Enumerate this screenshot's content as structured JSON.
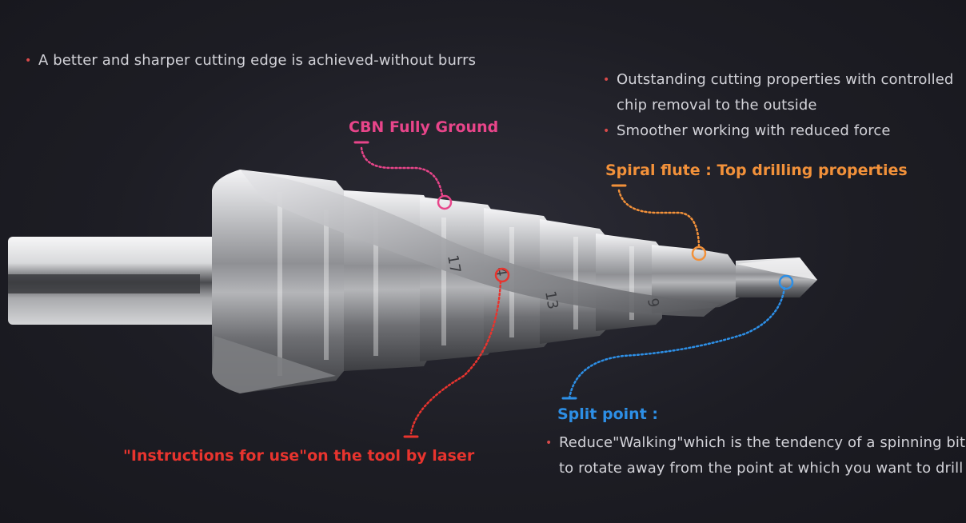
{
  "callouts": {
    "cbn": {
      "title": "CBN Fully Ground",
      "color": "#e8458a"
    },
    "spiral": {
      "title": "Spiral flute : Top drilling properties",
      "color": "#f2913a"
    },
    "split": {
      "title": "Split point :",
      "color": "#2d8fe6"
    },
    "laser": {
      "title": "\"Instructions for use\"on the tool by laser",
      "color": "#e8342e"
    }
  },
  "bullets": {
    "left_top": "A better and sharper cutting edge is achieved-without burrs",
    "right_top_1a": "Outstanding cutting properties with controlled",
    "right_top_1b": "chip removal to the outside",
    "right_top_2": "Smoother working with reduced force",
    "split_1a": "Reduce\"Walking\"which is the tendency of a spinning bit",
    "split_1b": "to rotate away from the point at which you want to drill"
  },
  "bullet_glyph": "•",
  "engravings": {
    "e1": "4",
    "e2": "17",
    "e3": "13",
    "e4": "9"
  }
}
